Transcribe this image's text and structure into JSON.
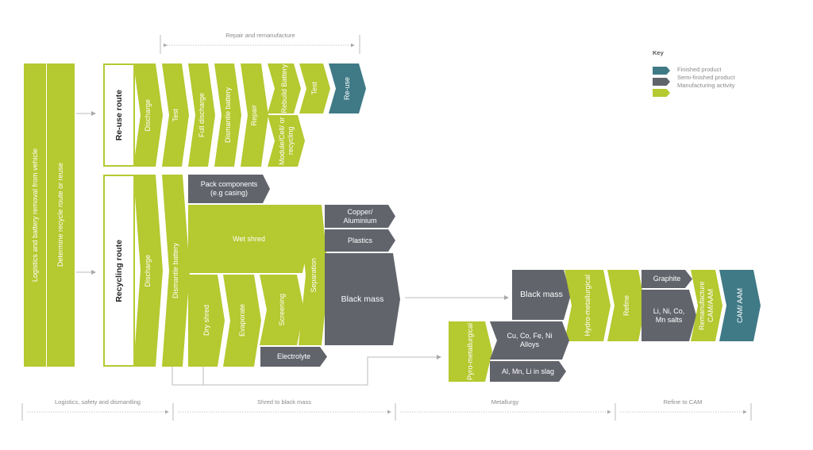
{
  "colors": {
    "manufacturing": "#b5c930",
    "semi_finished": "#62646c",
    "finished": "#3f7a86"
  },
  "top_span": {
    "label": "Repair and remanufacture"
  },
  "key": {
    "title": "Key",
    "items": [
      {
        "label": "Finished product",
        "color": "#3f7a86"
      },
      {
        "label": "Semi-finished product",
        "color": "#62646c"
      },
      {
        "label": "Manufacturing activity",
        "color": "#b5c930"
      }
    ]
  },
  "start": {
    "logistics": "Logistics and battery removal from vehicle",
    "determine": "Determine recycle route or reuse"
  },
  "reuse": {
    "route": "Re-use route",
    "discharge": "Discharge",
    "test": "Test",
    "full_discharge": "Full discharge",
    "dismantle": "Dismantle battery",
    "repair": "Repair",
    "rebuild": "Rebuild Battery",
    "test2": "Test",
    "reuse": "Re-use",
    "module": "Module/Cell/ or recycling"
  },
  "recycling": {
    "route": "Recycling route",
    "discharge": "Discharge",
    "dismantle": "Dismantle battery",
    "pack": "Pack components (e.g casing)",
    "wet_shred": "Wet shred",
    "dry_shred": "Dry shred",
    "evaporate": "Evaporate",
    "screening": "Screening",
    "separation": "Separation",
    "electrolyte": "Electrolyte",
    "copper": "Copper/ Aluminium",
    "plastics": "Plastics",
    "black_mass": "Black mass"
  },
  "metallurgy": {
    "black_mass": "Black mass",
    "hydro": "Hydro-metallurgical",
    "refine": "Refine",
    "graphite": "Graphite",
    "salts": "Li, Ni, Co, Mn salts",
    "remanufacture": "Remanufacture CAM/AAM",
    "cam": "CAM/ AAM",
    "pyro": "Pyro-metallurgical",
    "alloys": "Cu, Co, Fe, Ni Alloys",
    "slag": "Al, Mn, Li in slag"
  },
  "phases": [
    "Logistics, safety and dismantling",
    "Shred to black mass",
    "Metallurgy",
    "Refine to CAM"
  ]
}
